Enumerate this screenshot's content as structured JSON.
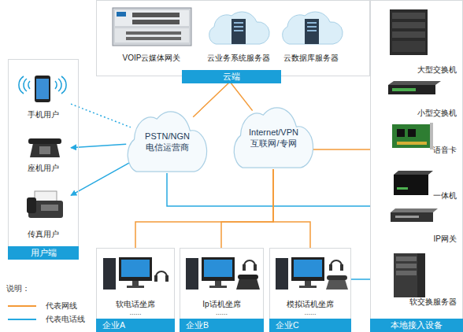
{
  "diagram": {
    "nodes": [
      {
        "text": [
          "云端"
        ]
      },
      {
        "text": [
          "VOIP云媒体网关"
        ],
        "in": 0
      },
      {
        "text": [
          "云业务系统服务器"
        ],
        "in": 0
      },
      {
        "text": [
          "云数据库服务器"
        ],
        "in": 0
      },
      {
        "text": [
          "用户端"
        ]
      },
      {
        "text": [
          "手机用户"
        ],
        "in": 4
      },
      {
        "text": [
          "座机用户"
        ],
        "in": 4
      },
      {
        "text": [
          "传真用户"
        ],
        "in": 4
      },
      {
        "text": [
          "PSTN/NGN 电信运营商"
        ]
      },
      {
        "text": [
          "Internet/VPN 互联网/专网"
        ]
      },
      {
        "text": [
          "企业A"
        ]
      },
      {
        "text": [
          "软电话坐席",
          "......"
        ],
        "in": 10
      },
      {
        "text": [
          "企业B"
        ]
      },
      {
        "text": [
          "Ip话机坐席",
          "......"
        ],
        "in": 12
      },
      {
        "text": [
          "企业C"
        ]
      },
      {
        "text": [
          "模拟话机坐席",
          "......"
        ],
        "in": 14
      },
      {
        "text": [
          "本地接入设备"
        ]
      },
      {
        "text": [
          "大型交换机"
        ],
        "in": 16
      },
      {
        "text": [
          "小型交换机"
        ],
        "in": 16
      },
      {
        "text": [
          "语音卡"
        ],
        "in": 16
      },
      {
        "text": [
          "一体机"
        ],
        "in": 16
      },
      {
        "text": [
          "IP网关"
        ],
        "in": 16
      },
      {
        "text": [
          "软交换服务器"
        ],
        "in": 16
      }
    ],
    "edges": [
      {
        "from": 0,
        "to": 8,
        "arrow": "none"
      },
      {
        "from": 0,
        "to": 9,
        "arrow": "none"
      },
      {
        "from": 5,
        "to": 8,
        "arrow": "none"
      },
      {
        "from": 8,
        "to": 6,
        "arrow": "to"
      },
      {
        "from": 8,
        "to": 7,
        "arrow": "to"
      },
      {
        "from": 8,
        "to": 16,
        "arrow": "none"
      },
      {
        "from": 9,
        "to": 16,
        "arrow": "none"
      },
      {
        "from": 9,
        "to": 10,
        "arrow": "none"
      },
      {
        "from": 9,
        "to": 12,
        "arrow": "none"
      },
      {
        "from": 9,
        "to": 14,
        "arrow": "none"
      },
      {
        "from": 16,
        "to": 14,
        "arrow": "none"
      }
    ],
    "labels": [
      "说明："
    ],
    "legend": [
      {
        "text": "代表网线"
      },
      {
        "text": "代表电话线"
      }
    ]
  }
}
